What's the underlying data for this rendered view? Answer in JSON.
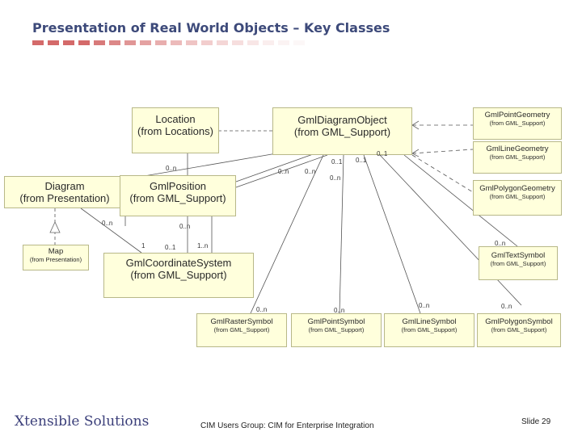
{
  "title": "Presentation of Real World Objects – Key Classes",
  "classes": {
    "location": {
      "name": "Location",
      "stereo": "(from Locations)"
    },
    "gml_diagram_object": {
      "name": "GmlDiagramObject",
      "stereo": "(from GML_Support)"
    },
    "gml_point_geometry": {
      "name": "GmlPointGeometry",
      "stereo": "(from GML_Support)"
    },
    "gml_line_geometry": {
      "name": "GmlLineGeometry",
      "stereo": "(from GML_Support)"
    },
    "gml_polygon_geometry": {
      "name": "GmlPolygonGeometry",
      "stereo": "(from GML_Support)"
    },
    "diagram": {
      "name": "Diagram",
      "stereo": "(from Presentation)"
    },
    "gml_position": {
      "name": "GmlPosition",
      "stereo": "(from GML_Support)"
    },
    "map": {
      "name": "Map",
      "stereo": "(from Presentation)"
    },
    "gml_coordinate_system": {
      "name": "GmlCoordinateSystem",
      "stereo": "(from GML_Support)"
    },
    "gml_text_symbol": {
      "name": "GmlTextSymbol",
      "stereo": "(from GML_Support)"
    },
    "gml_raster_symbol": {
      "name": "GmlRasterSymbol",
      "stereo": "(from GML_Support)"
    },
    "gml_point_symbol": {
      "name": "GmlPointSymbol",
      "stereo": "(from GML_Support)"
    },
    "gml_line_symbol": {
      "name": "GmlLineSymbol",
      "stereo": "(from GML_Support)"
    },
    "gml_polygon_symbol": {
      "name": "GmlPolygonSymbol",
      "stereo": "(from GML_Support)"
    }
  },
  "multiplicities": {
    "m1": "0..n",
    "m2": "0..n",
    "m3": "0..n",
    "m4": "0..1",
    "m5": "0..1",
    "m6": "0..1",
    "m7": "0..n",
    "m8": "0..n",
    "m9": "1",
    "m10": "0..1",
    "m11": "1..n",
    "m12": "0..n",
    "m13": "0..n",
    "m14": "0..n",
    "m15": "0..n",
    "m16": "0..n",
    "m17": "0..n"
  },
  "footer": {
    "logo": "Xtensible Solutions",
    "text": "CIM Users Group: CIM for Enterprise Integration",
    "slide": "Slide 29"
  },
  "colors": {
    "title": "#3d4a7a",
    "class_fill": "#ffffdc",
    "dash_dark": "#d46a6a",
    "dash_light": "#f2c6c6"
  }
}
